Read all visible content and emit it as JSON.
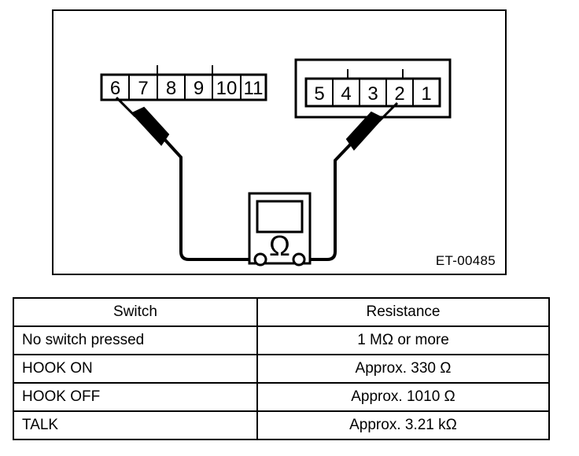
{
  "figure": {
    "reference": "ET-00485",
    "left_connector": {
      "name": "left-connector",
      "pins": [
        "6",
        "7",
        "8",
        "9",
        "10",
        "11"
      ],
      "tab_over_pins": [
        "8",
        "9"
      ],
      "probe_pin": "6"
    },
    "right_connector": {
      "name": "right-connector",
      "pins": [
        "5",
        "4",
        "3",
        "2",
        "1"
      ],
      "tab_over_pins": [
        "3",
        "2"
      ],
      "probe_pin": "2"
    },
    "meter": {
      "name": "ohmmeter",
      "symbol": "Ω",
      "terminals": 2
    },
    "colors": {
      "line": "#000000",
      "background": "#ffffff"
    }
  },
  "table": {
    "headers": [
      "Switch",
      "Resistance"
    ],
    "rows": [
      {
        "switch": "No switch pressed",
        "resistance": "1 MΩ or more"
      },
      {
        "switch": "HOOK ON",
        "resistance": "Approx. 330 Ω"
      },
      {
        "switch": "HOOK OFF",
        "resistance": "Approx. 1010 Ω"
      },
      {
        "switch": "TALK",
        "resistance": "Approx. 3.21 kΩ"
      }
    ]
  }
}
